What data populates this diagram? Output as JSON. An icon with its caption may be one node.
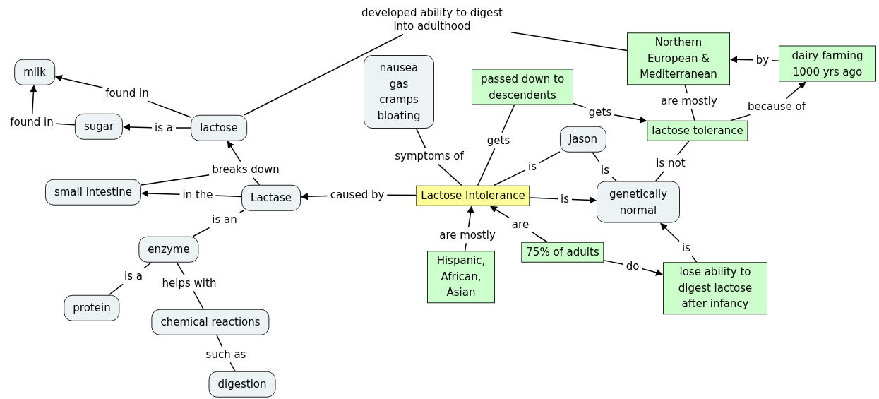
{
  "diagram": {
    "nodes": [
      {
        "text": [
          "milk"
        ]
      },
      {
        "text": [
          "sugar"
        ]
      },
      {
        "text": [
          "lactose"
        ]
      },
      {
        "text": [
          "nausea",
          "gas",
          "cramps",
          "bloating"
        ]
      },
      {
        "text": [
          "passed down to descendents"
        ]
      },
      {
        "text": [
          "Northern European & Mediterranean"
        ]
      },
      {
        "text": [
          "dairy farming 1000 yrs ago"
        ]
      },
      {
        "text": [
          "lactose tolerance"
        ]
      },
      {
        "text": [
          "Jason"
        ]
      },
      {
        "text": [
          "small intestine"
        ]
      },
      {
        "text": [
          "Lactase"
        ]
      },
      {
        "text": [
          "Lactose Intolerance"
        ]
      },
      {
        "text": [
          "genetically normal"
        ]
      },
      {
        "text": [
          "enzyme"
        ]
      },
      {
        "text": [
          "Hispanic, African, Asian"
        ]
      },
      {
        "text": [
          "75% of adults"
        ]
      },
      {
        "text": [
          "lose ability to digest lactose after infancy"
        ]
      },
      {
        "text": [
          "protein"
        ]
      },
      {
        "text": [
          "chemical reactions"
        ]
      },
      {
        "text": [
          "digestion"
        ]
      },
      {
        "text": [
          "found in"
        ]
      },
      {
        "text": [
          "found in"
        ]
      },
      {
        "text": [
          "is a"
        ]
      },
      {
        "text": [
          "developed ability to digest into adulthood"
        ]
      },
      {
        "text": [
          "breaks down"
        ]
      },
      {
        "text": [
          "in the"
        ]
      },
      {
        "text": [
          "caused by"
        ]
      },
      {
        "text": [
          "symptoms of"
        ]
      },
      {
        "text": [
          "gets"
        ]
      },
      {
        "text": [
          "is"
        ]
      },
      {
        "text": [
          "is"
        ]
      },
      {
        "text": [
          "gets"
        ]
      },
      {
        "text": [
          "are mostly"
        ]
      },
      {
        "text": [
          "by"
        ]
      },
      {
        "text": [
          "because of"
        ]
      },
      {
        "text": [
          "is not"
        ]
      },
      {
        "text": [
          "is"
        ]
      },
      {
        "text": [
          "is an"
        ]
      },
      {
        "text": [
          "are mostly"
        ]
      },
      {
        "text": [
          "are"
        ]
      },
      {
        "text": [
          "do"
        ]
      },
      {
        "text": [
          "is"
        ]
      },
      {
        "text": [
          "is a"
        ]
      },
      {
        "text": [
          "helps with"
        ]
      },
      {
        "text": [
          "such as"
        ]
      }
    ],
    "edges": [
      {
        "from": 2,
        "to": 20,
        "arrow": "none"
      },
      {
        "from": 20,
        "to": 0,
        "arrow": "to"
      },
      {
        "from": 1,
        "to": 21,
        "arrow": "none"
      },
      {
        "from": 21,
        "to": 0,
        "arrow": "to"
      },
      {
        "from": 2,
        "to": 22,
        "arrow": "none"
      },
      {
        "from": 22,
        "to": 1,
        "arrow": "to"
      },
      {
        "from": 5,
        "to": 23,
        "arrow": "none"
      },
      {
        "from": 23,
        "to": 2,
        "arrow": "none"
      },
      {
        "from": 10,
        "to": 24,
        "arrow": "none"
      },
      {
        "from": 24,
        "to": 2,
        "arrow": "to"
      },
      {
        "from": 24,
        "to": 9,
        "arrow": "none"
      },
      {
        "from": 10,
        "to": 25,
        "arrow": "none"
      },
      {
        "from": 25,
        "to": 9,
        "arrow": "to"
      },
      {
        "from": 11,
        "to": 26,
        "arrow": "none"
      },
      {
        "from": 26,
        "to": 10,
        "arrow": "to"
      },
      {
        "from": 3,
        "to": 27,
        "arrow": "none"
      },
      {
        "from": 27,
        "to": 11,
        "arrow": "none"
      },
      {
        "from": 4,
        "to": 28,
        "arrow": "none"
      },
      {
        "from": 28,
        "to": 11,
        "arrow": "none"
      },
      {
        "from": 11,
        "to": 29,
        "arrow": "none"
      },
      {
        "from": 29,
        "to": 8,
        "arrow": "none"
      },
      {
        "from": 8,
        "to": 30,
        "arrow": "none"
      },
      {
        "from": 30,
        "to": 12,
        "arrow": "none"
      },
      {
        "from": 4,
        "to": 31,
        "arrow": "none"
      },
      {
        "from": 31,
        "to": 7,
        "arrow": "to"
      },
      {
        "from": 7,
        "to": 32,
        "arrow": "none"
      },
      {
        "from": 32,
        "to": 5,
        "arrow": "none"
      },
      {
        "from": 6,
        "to": 33,
        "arrow": "none"
      },
      {
        "from": 33,
        "to": 5,
        "arrow": "to"
      },
      {
        "from": 7,
        "to": 34,
        "arrow": "none"
      },
      {
        "from": 34,
        "to": 6,
        "arrow": "to"
      },
      {
        "from": 7,
        "to": 35,
        "arrow": "none"
      },
      {
        "from": 35,
        "to": 12,
        "arrow": "none"
      },
      {
        "from": 11,
        "to": 36,
        "arrow": "none"
      },
      {
        "from": 36,
        "to": 12,
        "arrow": "to"
      },
      {
        "from": 10,
        "to": 37,
        "arrow": "none"
      },
      {
        "from": 37,
        "to": 13,
        "arrow": "none"
      },
      {
        "from": 14,
        "to": 38,
        "arrow": "none"
      },
      {
        "from": 38,
        "to": 11,
        "arrow": "to"
      },
      {
        "from": 15,
        "to": 39,
        "arrow": "none"
      },
      {
        "from": 39,
        "to": 11,
        "arrow": "to"
      },
      {
        "from": 15,
        "to": 40,
        "arrow": "none"
      },
      {
        "from": 40,
        "to": 16,
        "arrow": "to"
      },
      {
        "from": 16,
        "to": 41,
        "arrow": "none"
      },
      {
        "from": 41,
        "to": 12,
        "arrow": "to"
      },
      {
        "from": 13,
        "to": 42,
        "arrow": "none"
      },
      {
        "from": 42,
        "to": 17,
        "arrow": "none"
      },
      {
        "from": 13,
        "to": 43,
        "arrow": "none"
      },
      {
        "from": 43,
        "to": 18,
        "arrow": "none"
      },
      {
        "from": 18,
        "to": 44,
        "arrow": "none"
      },
      {
        "from": 44,
        "to": 19,
        "arrow": "none"
      }
    ]
  }
}
